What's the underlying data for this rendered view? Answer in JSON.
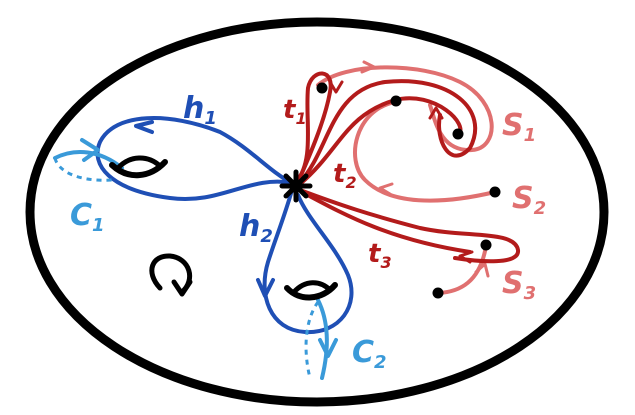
{
  "labels": {
    "h1": "h",
    "h1_sub": "1",
    "h2": "h",
    "h2_sub": "2",
    "C1": "C",
    "C1_sub": "1",
    "C2": "C",
    "C2_sub": "2",
    "t1": "t",
    "t1_sub": "1",
    "t2": "t",
    "t2_sub": "2",
    "t3": "t",
    "t3_sub": "3",
    "S1": "S",
    "S1_sub": "1",
    "S2": "S",
    "S2_sub": "2",
    "S3": "S",
    "S3_sub": "3"
  },
  "colors": {
    "boundary": "#000000",
    "h_curves": "#1f4fb5",
    "c_curves": "#3a9ad9",
    "t_curves": "#b31b1b",
    "s_curves": "#e07070"
  },
  "icons": {
    "orientation": "clockwise-arrow-icon",
    "basepoint": "star-icon",
    "handle": "handle-icon",
    "puncture": "dot-icon"
  }
}
